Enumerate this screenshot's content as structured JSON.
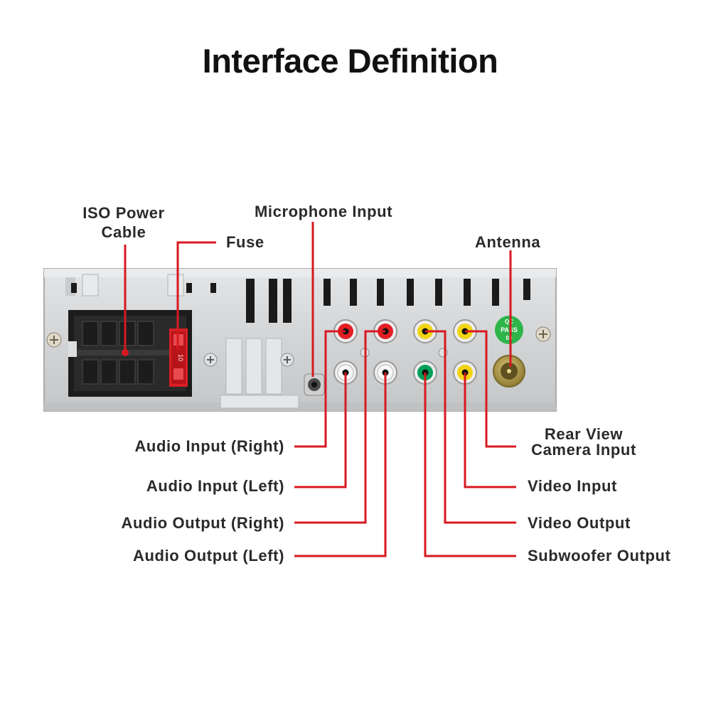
{
  "title": "Interface Definition",
  "labels": {
    "iso_power_line1": "ISO Power",
    "iso_power_line2": "Cable",
    "fuse": "Fuse",
    "microphone_input": "Microphone Input",
    "antenna": "Antenna",
    "audio_input_right": "Audio Input (Right)",
    "audio_input_left": "Audio Input (Left)",
    "audio_output_right": "Audio Output (Right)",
    "audio_output_left": "Audio Output (Left)",
    "rear_view_line1": "Rear View",
    "rear_view_line2": "Camera Input",
    "video_input": "Video Input",
    "video_output": "Video Output",
    "subwoofer_output": "Subwoofer Output"
  },
  "sticker_text": [
    "QC",
    "PASS",
    "03"
  ],
  "colors": {
    "leader_line": "#d81920",
    "panel": "#d4d6d8",
    "connector": "#1c1c1c",
    "fuse": "#d81f26",
    "rca_red": "#e31e24",
    "rca_yellow": "#f2d416",
    "rca_white": "#f4f4f4",
    "rca_green": "#00a05a",
    "antenna_gold": "#b8a14a",
    "sticker": "#2eb54a"
  }
}
